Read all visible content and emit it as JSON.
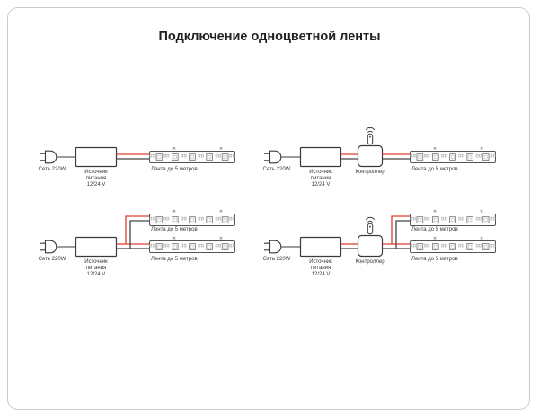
{
  "title": "Подключение одноцветной ленты",
  "icons": {
    "cut_mark": "×"
  },
  "colors": {
    "wire_positive": "#e03c32",
    "wire_negative": "#454545",
    "outline": "#3a3a3a",
    "frame_border": "#cbcbcb"
  },
  "diagrams": [
    {
      "mains": "Сеть 220W",
      "psu": [
        "Источник питания",
        "12/24 V"
      ],
      "strips": [
        "Лента до 5 метров"
      ]
    },
    {
      "mains": "Сеть 220W",
      "psu": [
        "Источник питания",
        "12/24 V"
      ],
      "controller": "Контроллер",
      "strips": [
        "Лента до 5 метров"
      ]
    },
    {
      "mains": "Сеть 220W",
      "psu": [
        "Источник питания",
        "12/24 V"
      ],
      "strips": [
        "Лента до 5 метров",
        "Лента до 5 метров"
      ]
    },
    {
      "mains": "Сеть 220W",
      "psu": [
        "Источник питания",
        "12/24 V"
      ],
      "controller": "Контроллер",
      "strips": [
        "Лента до 5 метров",
        "Лента до 5 метров"
      ]
    }
  ]
}
